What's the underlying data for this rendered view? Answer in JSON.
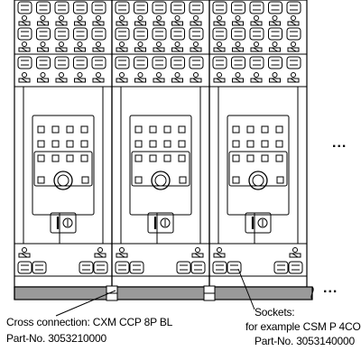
{
  "labels": {
    "cross_connection": {
      "name": "Cross connection: CXM CCP 8P BL",
      "part_no": "Part-No. 3053210000"
    },
    "sockets": {
      "heading": "Sockets:",
      "example": "for example CSM P 4CO",
      "part_no": "Part-No. 3053140000"
    },
    "continuation_right": "...",
    "continuation_rail": "..."
  },
  "modules": {
    "count": 3
  },
  "colors": {
    "rail_fill": "#9a9a9a",
    "stroke": "#000000",
    "background": "#ffffff"
  }
}
